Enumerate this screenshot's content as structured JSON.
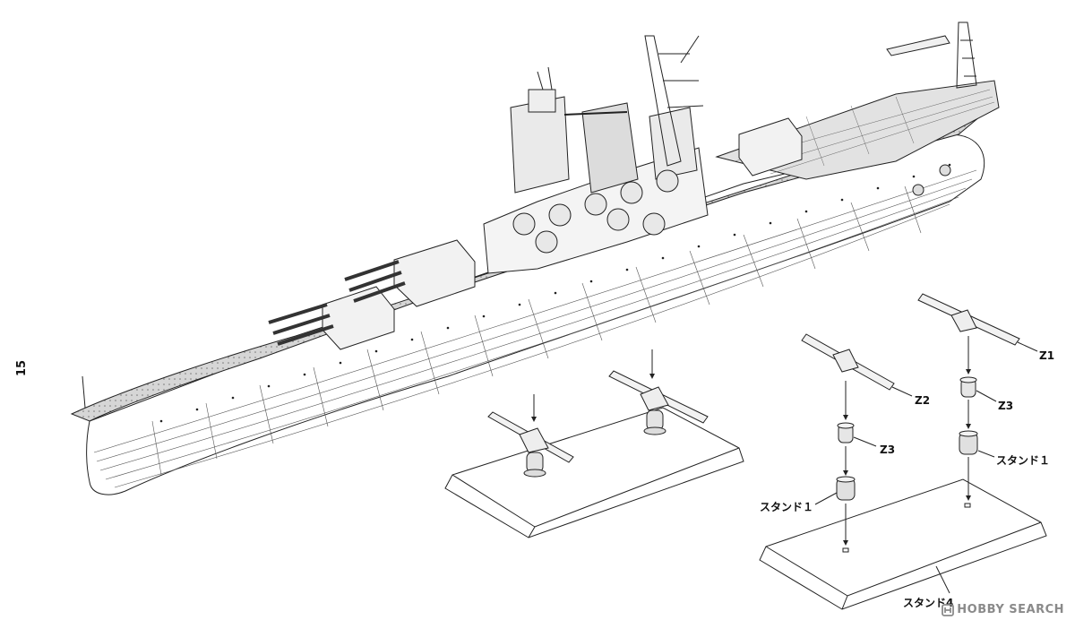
{
  "page": {
    "number": "15"
  },
  "labels": {
    "z1": "Z1",
    "z2": "Z2",
    "z3_right": "Z3",
    "z3_left": "Z3",
    "stand1_right": "スタンド１",
    "stand1_left": "スタンド１",
    "stand4": "スタンド4"
  },
  "watermark": {
    "text": "HOBBY SEARCH"
  },
  "colors": {
    "line": "#222222",
    "deck_fill": "#cfcfcf",
    "watermark": "#8a8a8a"
  }
}
